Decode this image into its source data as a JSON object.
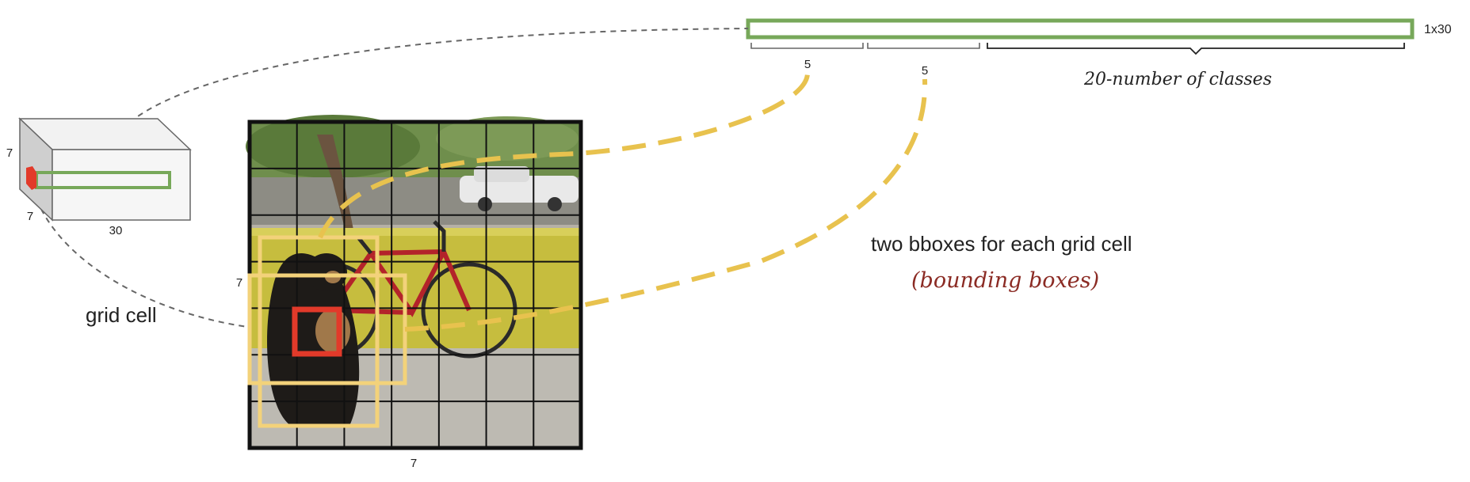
{
  "vector_label": "1x30",
  "segment_labels": [
    "5",
    "5"
  ],
  "classes_label": "20-number of classes",
  "cube": {
    "height_label": "7",
    "depth_label": "7",
    "width_label": "30"
  },
  "image_grid": {
    "rows_label": "7",
    "cols_label": "7",
    "grid_size": 7
  },
  "grid_cell_label": "grid cell",
  "bbox_title": "two bboxes for each grid cell",
  "bbox_subtitle": "(bounding boxes)",
  "colors": {
    "vector_outline": "#77a85a",
    "bbox_yellow": "#f3d27a",
    "dashed_yellow": "#e8c24e",
    "cell_red": "#e23a2a",
    "handwriting_red": "#8b2b24"
  }
}
